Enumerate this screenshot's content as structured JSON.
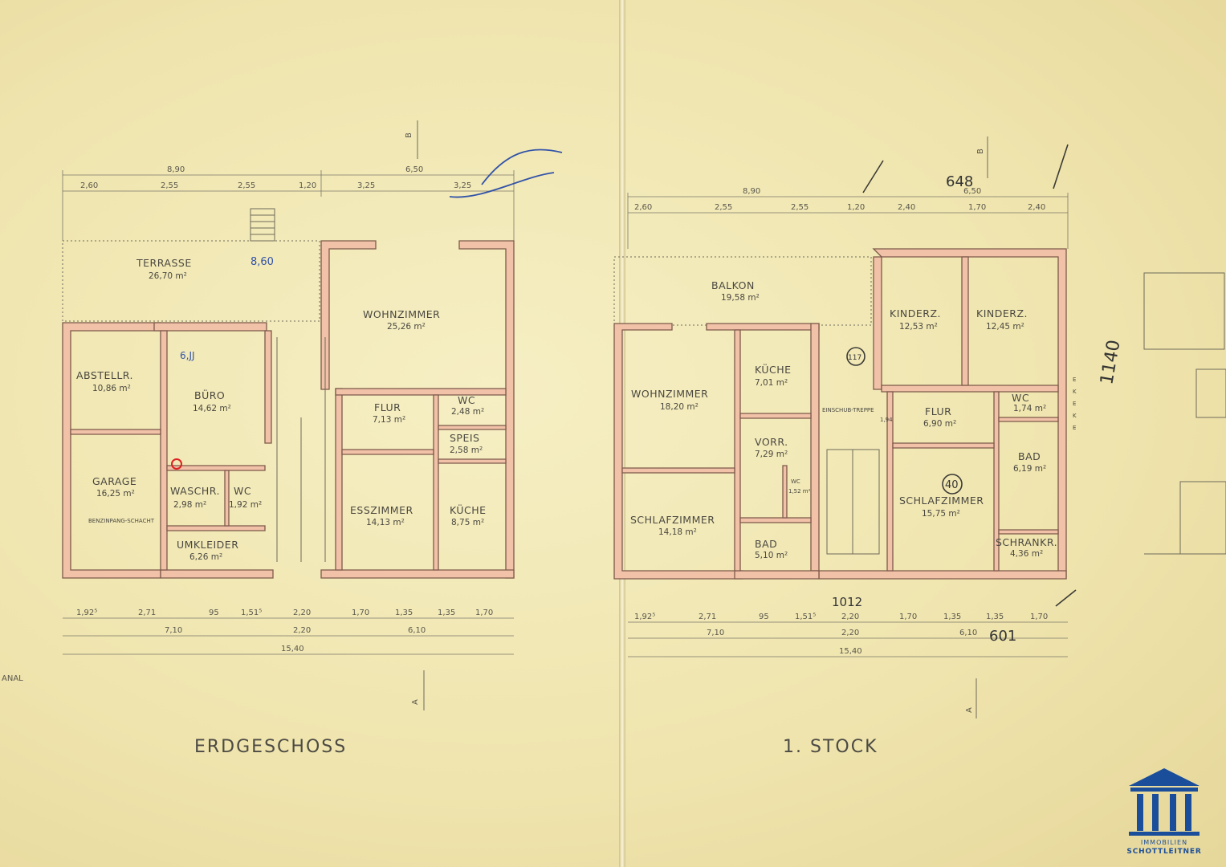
{
  "plans": {
    "ground": {
      "title": "ERDGESCHOSS",
      "rooms": {
        "terrasse": {
          "name": "TERRASSE",
          "area": "26,70 m²"
        },
        "abstell": {
          "name": "ABSTELLR.",
          "area": "10,86 m²"
        },
        "buero": {
          "name": "BÜRO",
          "area": "14,62 m²"
        },
        "garage": {
          "name": "GARAGE",
          "area": "16,25 m²",
          "note": "BENZINPANG-SCHACHT"
        },
        "wohn": {
          "name": "WOHNZIMMER",
          "area": "25,26 m²"
        },
        "flur": {
          "name": "FLUR",
          "area": "7,13 m²"
        },
        "wc": {
          "name": "WC",
          "area": "2,48 m²"
        },
        "speis": {
          "name": "SPEIS",
          "area": "2,58 m²"
        },
        "waschr": {
          "name": "WASCHR.",
          "area": "2,98 m²"
        },
        "wc2": {
          "name": "WC",
          "area": "1,92 m²"
        },
        "umkleider": {
          "name": "UMKLEIDER",
          "area": "6,26 m²"
        },
        "ess": {
          "name": "ESSZIMMER",
          "area": "14,13 m²"
        },
        "kueche": {
          "name": "KÜCHE",
          "area": "8,75 m²"
        }
      },
      "dims_top_total": [
        "8,90",
        "6,50"
      ],
      "dims_top": [
        "2,60",
        "2,55",
        "2,55",
        "1,20",
        "3,25",
        "3,25"
      ],
      "dims_bottom": [
        "1,92⁵",
        "2,71",
        "95",
        "1,51⁵",
        "2,20",
        "1,70",
        "1,35",
        "1,35",
        "1,70"
      ],
      "dims_bottom_total": [
        "7,10",
        "2,20",
        "6,10"
      ],
      "overall": "15,40",
      "handnote": "8,60",
      "handnote2": "6,JJ"
    },
    "upper": {
      "title": "1. STOCK",
      "rooms": {
        "balkon": {
          "name": "BALKON",
          "area": "19,58 m²"
        },
        "wohn": {
          "name": "WOHNZIMMER",
          "area": "18,20 m²"
        },
        "kueche": {
          "name": "KÜCHE",
          "area": "7,01 m²"
        },
        "treppe": {
          "name": "EINSCHUB-TREPPE",
          "area": "1,94"
        },
        "vorr": {
          "name": "VORR.",
          "area": "7,29 m²"
        },
        "wc": {
          "name": "WC",
          "area": "1,52 m²"
        },
        "bad": {
          "name": "BAD",
          "area": "5,10 m²"
        },
        "schlaf": {
          "name": "SCHLAFZIMMER",
          "area": "14,18 m²"
        },
        "kinder1": {
          "name": "KINDERZ.",
          "area": "12,53 m²"
        },
        "kinder2": {
          "name": "KINDERZ.",
          "area": "12,45 m²"
        },
        "flur": {
          "name": "FLUR",
          "area": "6,90 m²"
        },
        "wc2": {
          "name": "WC",
          "area": "1,74 m²"
        },
        "bad2": {
          "name": "BAD",
          "area": "6,19 m²"
        },
        "schlaf2": {
          "name": "SCHLAFZIMMER",
          "area": "15,75 m²"
        },
        "schrank": {
          "name": "SCHRANKR.",
          "area": "4,36 m²"
        }
      },
      "dims_top_total": [
        "8,90",
        "6,50"
      ],
      "dims_top": [
        "2,60",
        "2,55",
        "2,55",
        "1,20",
        "2,40",
        "1,70",
        "2,40"
      ],
      "dims_bottom": [
        "1,92⁵",
        "2,71",
        "95",
        "1,51⁵",
        "2,20",
        "1,70",
        "1,35",
        "1,35",
        "1,70"
      ],
      "dims_bottom_total": [
        "7,10",
        "2,20",
        "6,10"
      ],
      "overall": "15,40",
      "handnotes": [
        "648",
        "1140",
        "601",
        "117",
        "40",
        "1012"
      ]
    },
    "side_labels": [
      "ANAL"
    ],
    "section_marks": [
      "B",
      "A"
    ],
    "markers_right": [
      "E",
      "K",
      "E",
      "K",
      "E"
    ]
  },
  "logo": {
    "line1": "IMMOBILIEN",
    "line2": "SCHOTTLEITNER",
    "color": "#1b4e9a"
  }
}
